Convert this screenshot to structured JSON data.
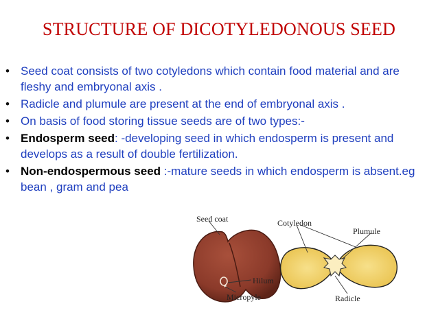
{
  "title": "STRUCTURE OF DICOTYLEDONOUS SEED",
  "bullets": [
    {
      "lead": "",
      "text": "Seed coat consists of two cotyledons which contain food material and are fleshy and embryonal axis ."
    },
    {
      "lead": "",
      "text": "Radicle and plumule are present at the end of embryonal axis ."
    },
    {
      "lead": "",
      "text": "On basis of food storing tissue seeds are of two types:-"
    },
    {
      "lead": "Endosperm  seed",
      "text": ": -developing seed in which endosperm is present and develops as a result of double fertilization."
    },
    {
      "lead": "Non-endospermous  seed",
      "text": " :-mature  seeds in which endosperm is absent.eg bean , gram and pea"
    }
  ],
  "figure": {
    "labels": {
      "seed_coat": "Seed coat",
      "hilum": "Hilum",
      "micropyle": "Micropyle",
      "cotyledon": "Cotyledon",
      "plumule": "Plumule",
      "radicle": "Radicle"
    },
    "colors": {
      "seed": "#8b3a2a",
      "seed_dark": "#5e2418",
      "cotyledon_fill": "#f2d36b",
      "title": "#c00000",
      "body_text": "#1f3fbf"
    }
  }
}
